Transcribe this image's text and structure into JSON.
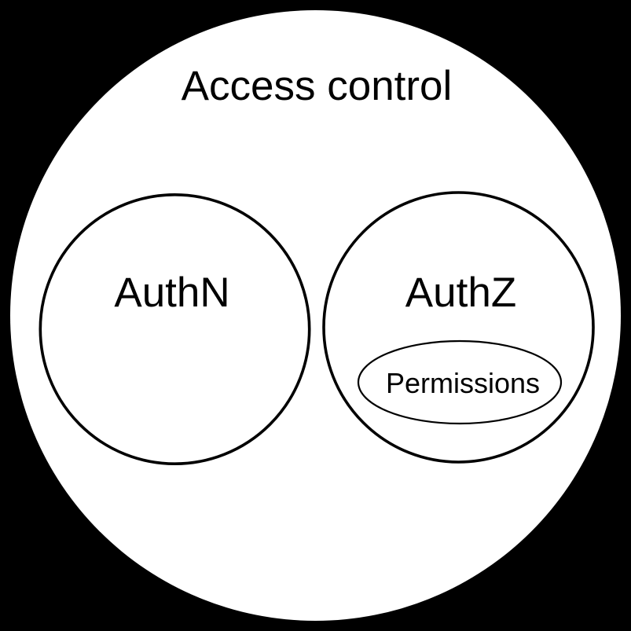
{
  "diagram": {
    "title": "Access control",
    "sets": [
      {
        "label": "AuthN",
        "children": []
      },
      {
        "label": "AuthZ",
        "children": [
          {
            "label": "Permissions"
          }
        ]
      }
    ]
  },
  "colors": {
    "background": "#000000",
    "set_fill": "#ffffff",
    "set_stroke": "#000000",
    "text": "#000000"
  }
}
